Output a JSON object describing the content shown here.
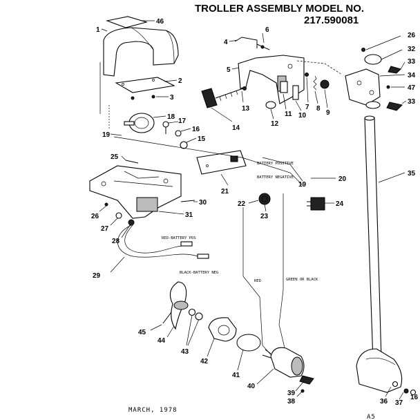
{
  "title_line1": "TROLLER ASSEMBLY MODEL NO.",
  "title_line2": "217.590081",
  "footer_date": "MARCH, 1978",
  "footer_code": "A5",
  "wire_labels": {
    "battery_positive": "BATTERY POSITIVE",
    "battery_negative": "BATTERY NEGATIVE",
    "red_battery_pos": "RED-BATTERY POS",
    "black_battery_neg": "BLACK-BATTERY NEG",
    "red": "RED",
    "green_or_black": "GREEN OR BLACK"
  },
  "callouts": [
    "46",
    "1",
    "2",
    "3",
    "18",
    "17",
    "16",
    "15",
    "19",
    "25",
    "20",
    "21",
    "22",
    "23",
    "24",
    "26",
    "27",
    "28",
    "29",
    "30",
    "31",
    "4",
    "5",
    "6",
    "7",
    "8",
    "9",
    "10",
    "11",
    "12",
    "13",
    "14",
    "19",
    "26",
    "32",
    "33",
    "34",
    "47",
    "33",
    "35",
    "36",
    "37",
    "38",
    "39",
    "40",
    "41",
    "42",
    "43",
    "44",
    "45",
    "16"
  ]
}
